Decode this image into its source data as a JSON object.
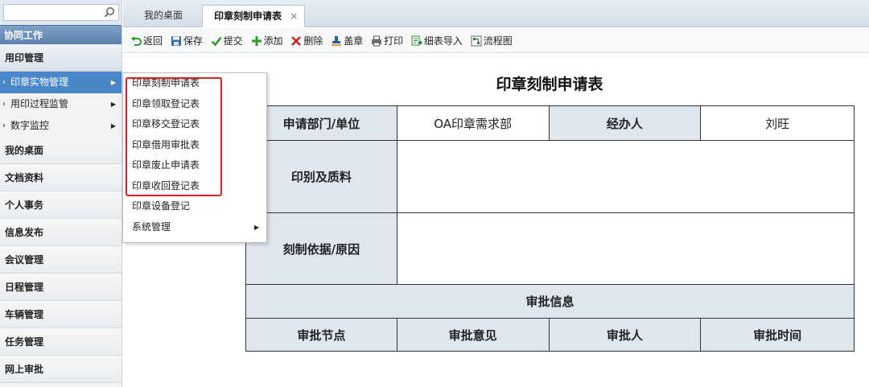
{
  "sidebar": {
    "search": {
      "value": "",
      "placeholder": ""
    },
    "section_header": "协同工作",
    "sub_header": "用印管理",
    "tree": [
      {
        "label": "印章实物管理",
        "active": true
      },
      {
        "label": "用印过程监管",
        "active": false
      },
      {
        "label": "数字监控",
        "active": false
      }
    ],
    "nav": [
      "我的桌面",
      "文档资料",
      "个人事务",
      "信息发布",
      "会议管理",
      "日程管理",
      "车辆管理",
      "任务管理",
      "网上审批"
    ]
  },
  "tabs": [
    {
      "label": "我的桌面",
      "active": false
    },
    {
      "label": "印章刻制申请表",
      "active": true,
      "close": "×"
    }
  ],
  "toolbar": {
    "back": "返回",
    "save": "保存",
    "submit": "提交",
    "add": "添加",
    "delete": "删除",
    "stamp": "盖章",
    "print": "打印",
    "import": "细表导入",
    "flow": "流程图"
  },
  "form": {
    "title": "印章刻制申请表",
    "dept_label": "申请部门/单位",
    "dept_value": "OA印章需求部",
    "handler_label": "经办人",
    "handler_value": "刘旺",
    "seal_label": "印别及质料",
    "seal_value": "",
    "reason_label": "刻制依据/原因",
    "reason_value": "",
    "approval_header": "审批信息",
    "approval_cols": [
      "审批节点",
      "审批意见",
      "审批人",
      "审批时间"
    ]
  },
  "context_menu": {
    "items": [
      "印章刻制申请表",
      "印章领取登记表",
      "印章移交登记表",
      "印章借用审批表",
      "印章废止申请表",
      "印章收回登记表",
      "印章设备登记",
      "系统管理"
    ],
    "submenu_arrow_on": "系统管理"
  },
  "colors": {
    "accent": "#4a87c9",
    "section_header": "#6b90ba",
    "label_cell": "#dfe6ee",
    "highlight": "#e02020"
  }
}
